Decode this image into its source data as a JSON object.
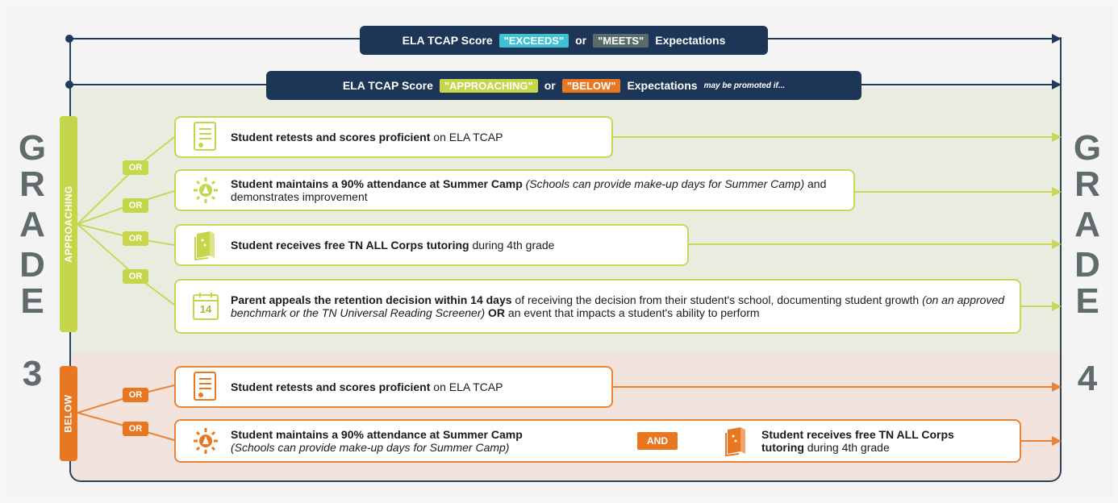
{
  "top_banner": {
    "prefix": "ELA TCAP Score",
    "pill1": "\"EXCEEDS\"",
    "mid": "or",
    "pill2": "\"MEETS\"",
    "suffix": "Expectations"
  },
  "second_banner": {
    "prefix": "ELA TCAP Score",
    "pill1": "\"APPROACHING\"",
    "mid": "or",
    "pill2": "\"BELOW\"",
    "suffix": "Expectations",
    "suffix_italic": "may be promoted if..."
  },
  "grade_left": [
    "G",
    "R",
    "A",
    "D",
    "E",
    "3"
  ],
  "grade_right": [
    "G",
    "R",
    "A",
    "D",
    "E",
    "4"
  ],
  "approaching_label": "APPROACHING",
  "below_label": "BELOW",
  "or_label": "OR",
  "and_label": "AND",
  "approaching_cards": [
    {
      "bold": "Student retests and scores proficient",
      "rest": " on ELA TCAP"
    },
    {
      "bold": "Student maintains a 90% attendance at Summer Camp",
      "italic": " (Schools can provide make-up days for Summer Camp)",
      "rest": " and demonstrates improvement"
    },
    {
      "bold": "Student receives free TN ALL Corps tutoring",
      "rest": " during 4th grade"
    },
    {
      "bold": "Parent appeals the retention decision within 14 days",
      "rest": " of receiving the decision from their student's school, documenting student growth ",
      "italic": "(on an approved benchmark or the TN Universal Reading Screener)",
      "bold2": " OR",
      "rest2": " an event that impacts a student's ability to perform",
      "icon_number": "14"
    }
  ],
  "below_cards": [
    {
      "bold": "Student retests and scores proficient",
      "rest": " on ELA TCAP"
    },
    {
      "bold": "Student maintains a 90% attendance at Summer Camp",
      "italic": "(Schools can provide make-up days for Summer Camp)",
      "bold_b": "Student receives free TN ALL Corps tutoring",
      "rest_b": " during 4th grade"
    }
  ],
  "colors": {
    "navy": "#1d3557",
    "approaching": "#c6d64a",
    "below": "#e87722",
    "exceeds": "#3ec1d3",
    "meets": "#5a6b6b",
    "grade_text": "#5f6b6c"
  }
}
